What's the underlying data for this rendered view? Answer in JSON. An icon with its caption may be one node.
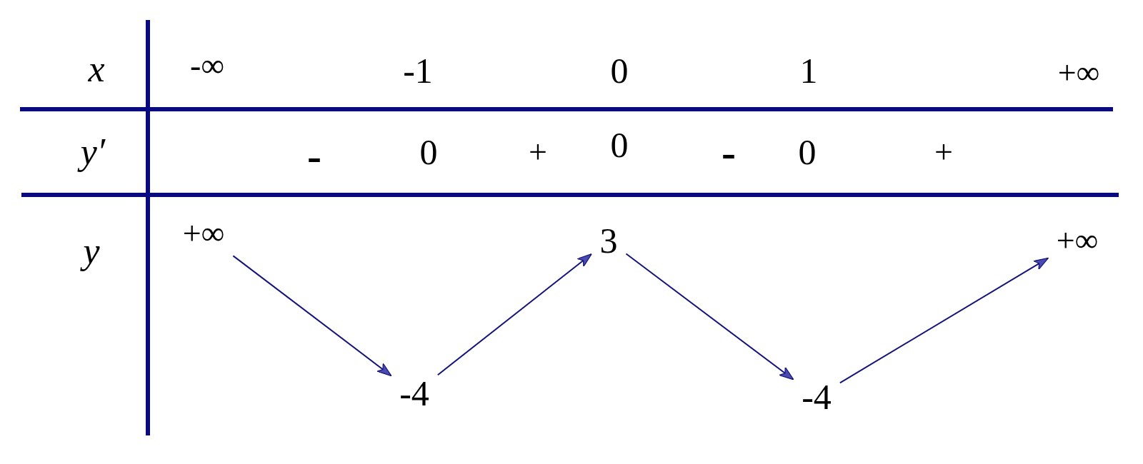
{
  "diagram": {
    "nodes": [
      {
        "text": [
          "+∞"
        ]
      },
      {
        "text": [
          "-4"
        ]
      },
      {
        "text": [
          "3"
        ]
      },
      {
        "text": [
          "-4"
        ]
      },
      {
        "text": [
          "+∞"
        ]
      }
    ],
    "edges": [
      {
        "from": 0,
        "to": 1,
        "arrow": "to"
      },
      {
        "from": 1,
        "to": 2,
        "arrow": "to"
      },
      {
        "from": 2,
        "to": 3,
        "arrow": "to"
      },
      {
        "from": 3,
        "to": 4,
        "arrow": "to"
      }
    ],
    "labels": [
      "x",
      "-∞",
      "-1",
      "0",
      "1",
      "+∞",
      "y′",
      "-",
      "0",
      "+",
      "0",
      "-",
      "0",
      "+",
      "y"
    ]
  }
}
